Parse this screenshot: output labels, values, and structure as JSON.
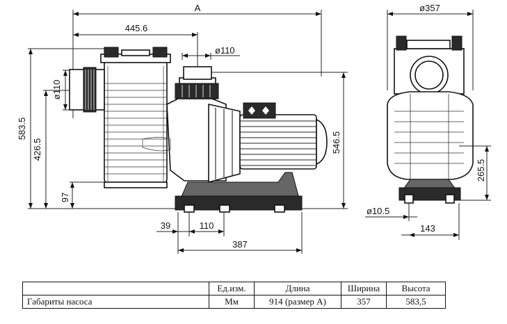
{
  "dimensions": {
    "overall_length_label": "A",
    "strainer_to_axis": "445.6",
    "outlet_diameter": "ø110",
    "inlet_diameter": "ø110",
    "total_height": "583.5",
    "inlet_height": "426.5",
    "base_height": "97",
    "outlet_height": "546.5",
    "foot_offset": "39",
    "foot_spacing": "110",
    "base_length": "387",
    "width": "ø357",
    "axis_height": "265.5",
    "bolt_hole": "ø10.5",
    "foot_half_width": "143"
  },
  "table": {
    "headers": [
      "",
      "Ед.изм.",
      "Длина",
      "Ширина",
      "Высота"
    ],
    "rows": [
      [
        "Габариты насоса",
        "Мм",
        "914 (размер А)",
        "357",
        "583,5"
      ]
    ]
  }
}
